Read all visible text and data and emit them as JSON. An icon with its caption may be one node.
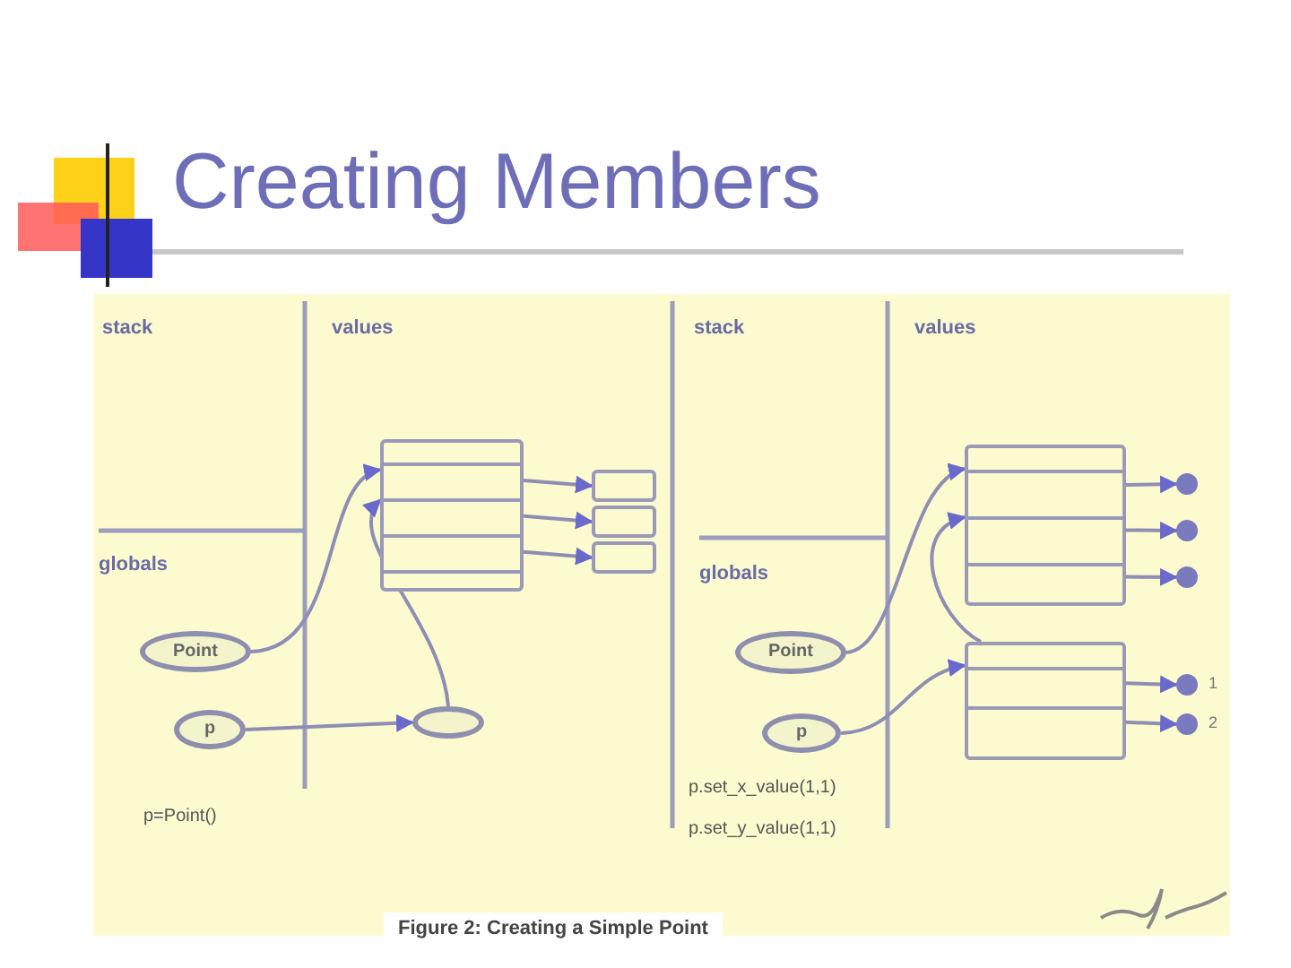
{
  "diagram": {
    "title": "Creating Members",
    "caption": "Figure 2: Creating a Simple Point",
    "nodes": [
      {
        "text": [
          "Point"
        ]
      },
      {
        "text": [
          "p"
        ]
      },
      {
        "text": [],
        "shape": "box"
      },
      {
        "text": [],
        "shape": "box"
      },
      {
        "text": [],
        "shape": "box"
      },
      {
        "text": [],
        "shape": "box"
      },
      {
        "text": [],
        "shape": "oval"
      },
      {
        "text": [
          "Point"
        ]
      },
      {
        "text": [
          "p"
        ]
      },
      {
        "text": [],
        "shape": "box"
      },
      {
        "text": [],
        "shape": "box"
      },
      {
        "text": [],
        "shape": "circle"
      },
      {
        "text": [],
        "shape": "circle"
      },
      {
        "text": [],
        "shape": "circle"
      },
      {
        "text": [],
        "shape": "circle",
        "beside": [
          "1"
        ]
      },
      {
        "text": [],
        "shape": "circle",
        "beside": [
          "2"
        ]
      }
    ],
    "edges": [
      {
        "from": 0,
        "to": 2,
        "arrow": "to"
      },
      {
        "from": 1,
        "to": 6,
        "arrow": "to"
      },
      {
        "from": 6,
        "to": 2,
        "arrow": "to"
      },
      {
        "from": 2,
        "to": 3,
        "arrow": "to"
      },
      {
        "from": 2,
        "to": 4,
        "arrow": "to"
      },
      {
        "from": 2,
        "to": 5,
        "arrow": "to"
      },
      {
        "from": 7,
        "to": 9,
        "arrow": "to"
      },
      {
        "from": 8,
        "to": 10,
        "arrow": "to"
      },
      {
        "from": 10,
        "to": 9,
        "arrow": "to"
      },
      {
        "from": 9,
        "to": 11,
        "arrow": "to"
      },
      {
        "from": 9,
        "to": 12,
        "arrow": "to"
      },
      {
        "from": 9,
        "to": 13,
        "arrow": "to"
      },
      {
        "from": 10,
        "to": 14,
        "arrow": "to"
      },
      {
        "from": 10,
        "to": 15,
        "arrow": "to"
      }
    ],
    "labels": [
      "stack",
      "values",
      "globals",
      "p=Point()",
      "stack",
      "values",
      "globals",
      "p.set_x_value(1,1)",
      "p.set_y_value(1,1)"
    ]
  }
}
